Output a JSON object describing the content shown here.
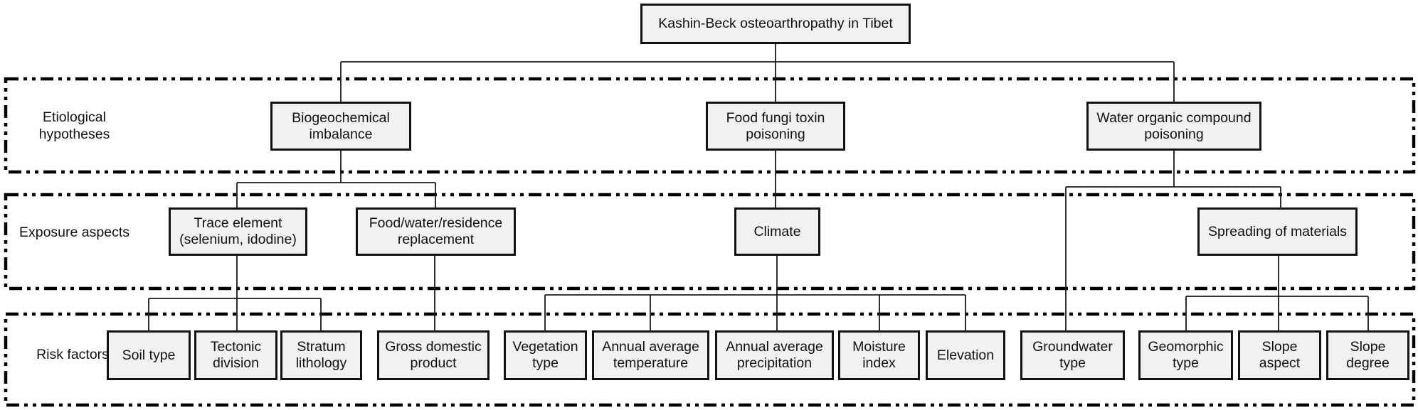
{
  "diagram": {
    "root": {
      "label": "Kashin-Beck osteoarthropathy in Tibet"
    },
    "bands": [
      {
        "label": "Etiological hypotheses"
      },
      {
        "label": "Exposure aspects"
      },
      {
        "label": "Risk factors"
      }
    ],
    "hypotheses": [
      {
        "label": "Biogeochemical imbalance"
      },
      {
        "label": "Food fungi toxin poisoning"
      },
      {
        "label": "Water organic compound poisoning"
      }
    ],
    "exposures": [
      {
        "label": "Trace element (selenium, idodine)"
      },
      {
        "label": "Food/water/residence replacement"
      },
      {
        "label": "Climate"
      },
      {
        "label": "Spreading of materials"
      }
    ],
    "risk_factors": [
      {
        "label": "Soil type"
      },
      {
        "label": "Tectonic division"
      },
      {
        "label": "Stratum lithology"
      },
      {
        "label": "Gross domestic product"
      },
      {
        "label": "Vegetation type"
      },
      {
        "label": "Annual average temperature"
      },
      {
        "label": "Annual average precipitation"
      },
      {
        "label": "Moisture index"
      },
      {
        "label": "Elevation"
      },
      {
        "label": "Groundwater type"
      },
      {
        "label": "Geomorphic type"
      },
      {
        "label": "Slope aspect"
      },
      {
        "label": "Slope degree"
      }
    ],
    "colors": {
      "box_fill": "#f1f1f1",
      "box_border": "#121212",
      "connector": "#1a1a1a",
      "band_border": "#000000",
      "background": "#ffffff"
    }
  }
}
